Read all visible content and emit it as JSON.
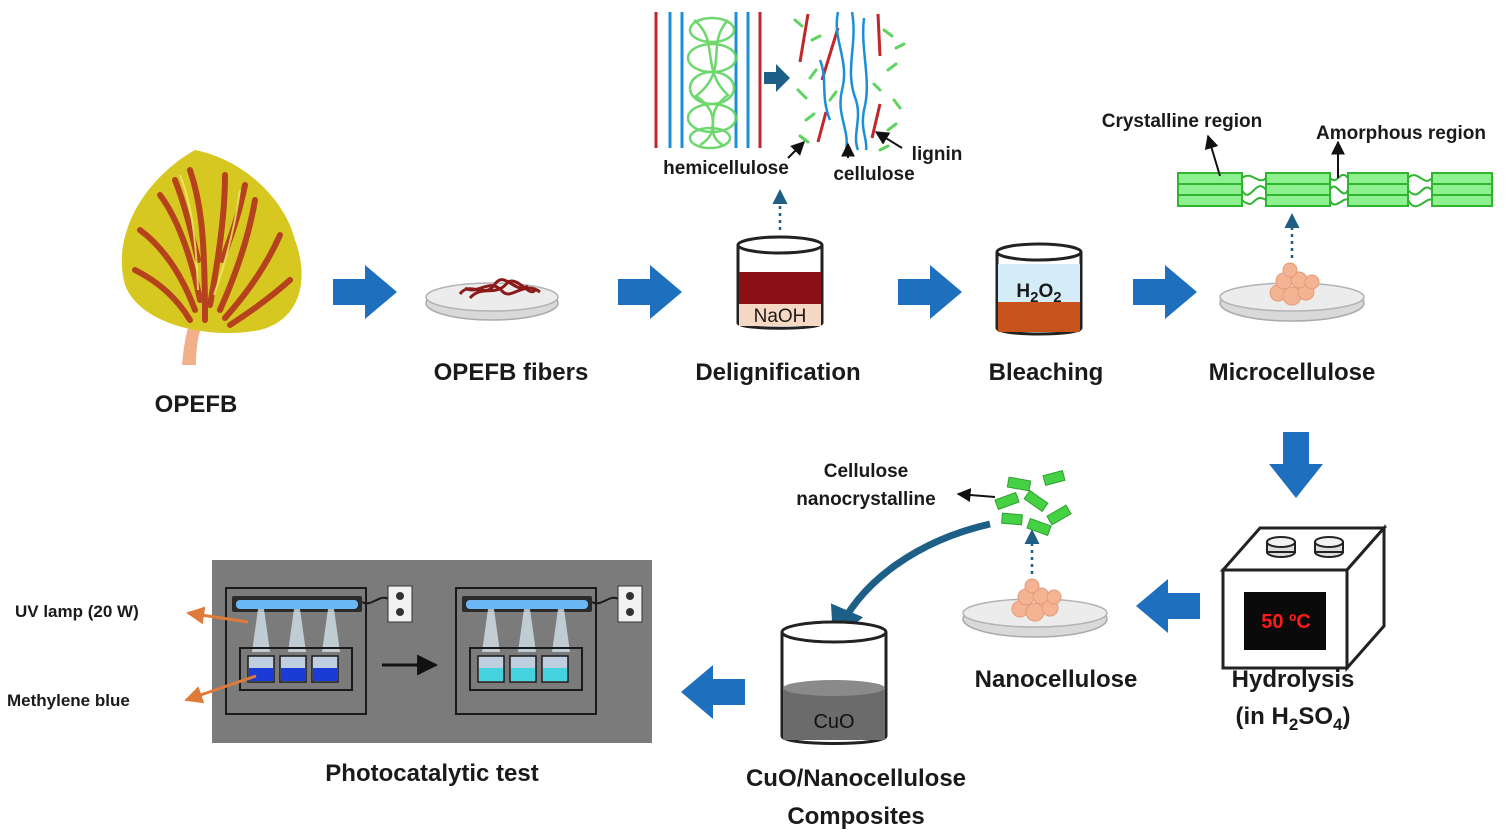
{
  "labels": {
    "opefb": "OPEFB",
    "opefb_fibers": "OPEFB fibers",
    "delignification": "Delignification",
    "bleaching": "Bleaching",
    "microcellulose": "Microcellulose",
    "hydrolysis": "Hydrolysis",
    "hydrolysis_medium": {
      "prefix": "(in H",
      "sub1": "2",
      "mid": "SO",
      "sub2": "4",
      "suffix": ")"
    },
    "nanocellulose": "Nanocellulose",
    "composites_line1": "CuO/Nanocellulose",
    "composites_line2": "Composites",
    "photocatalytic_test": "Photocatalytic test"
  },
  "reagents": {
    "naoh": "NaOH",
    "h2o2": {
      "a": "H",
      "b": "2",
      "c": "O",
      "d": "2"
    },
    "cuo": "CuO",
    "temperature": "50 ºC"
  },
  "annotations": {
    "hemicellulose": "hemicellulose",
    "cellulose": "cellulose",
    "lignin": "lignin",
    "crystalline_region": "Crystalline region",
    "amorphous_region": "Amorphous region",
    "cellulose_nanocrystalline_1": "Cellulose",
    "cellulose_nanocrystalline_2": "nanocrystalline",
    "uv_lamp": "UV lamp (20 W)",
    "methylene_blue": "Methylene blue"
  },
  "colors": {
    "flow_arrow": "#1f6fbf",
    "lignin_red": "#c0272d",
    "cellulose_blue": "#1c8fd6",
    "hemicellulose_green": "#5fd35f",
    "naoh_liquid": "#8b0f14",
    "bleach_liquid": "#c8541c",
    "particle": "#f4b393",
    "callout_orange": "#e07a3a",
    "chamber_bg": "#7b7b7b",
    "dye_blue": "#1a3bd6",
    "dye_cyan": "#46d3e0",
    "display_red": "#ff1a1a"
  }
}
